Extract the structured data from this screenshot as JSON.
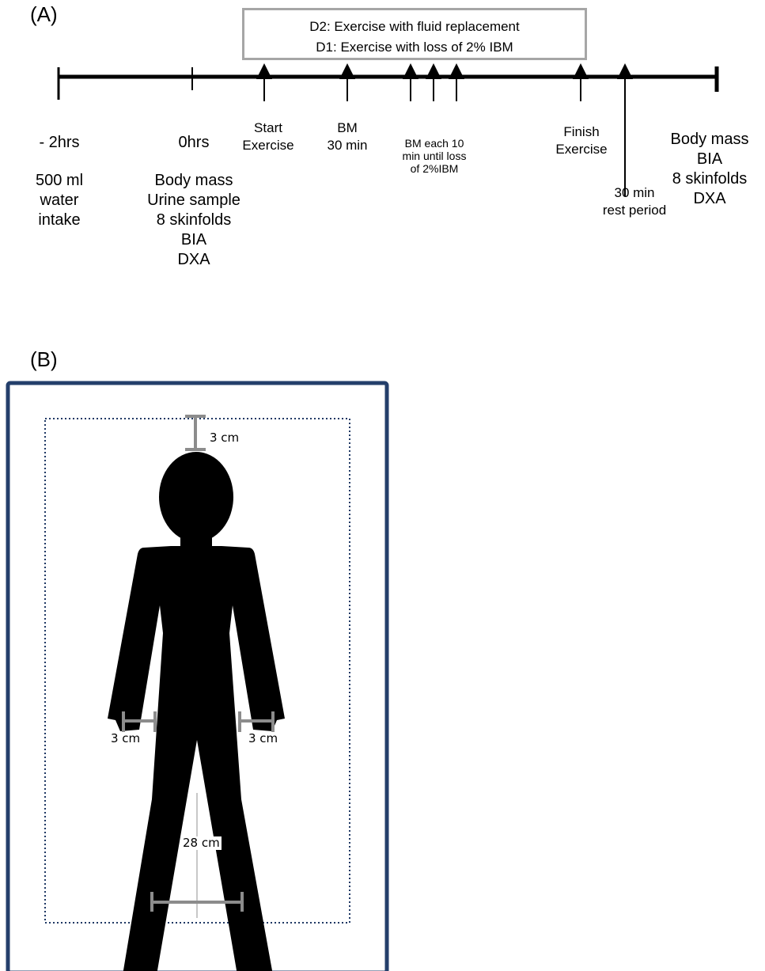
{
  "panelA": {
    "label": "(A)",
    "conditions": {
      "d2": "D2: Exercise with fluid replacement",
      "d1": "D1: Exercise with loss of 2% IBM"
    },
    "timeline": {
      "pre": {
        "time": "- 2hrs",
        "lines": [
          "500 ml",
          "water",
          "intake"
        ]
      },
      "zero": {
        "time": "0hrs",
        "lines": [
          "Body mass",
          "Urine sample",
          "8 skinfolds",
          "BIA",
          "DXA"
        ]
      },
      "start": {
        "lines": [
          "Start",
          "Exercise"
        ]
      },
      "bm30": {
        "lines": [
          "BM",
          "30 min"
        ]
      },
      "bm10": {
        "lines": [
          "BM each 10",
          "min until loss",
          "of 2%IBM"
        ]
      },
      "finish": {
        "lines": [
          "Finish",
          "Exercise"
        ]
      },
      "rest": {
        "lines": [
          "30 min",
          "rest period"
        ]
      },
      "post": {
        "lines": [
          "Body mass",
          "BIA",
          "8 skinfolds",
          "DXA"
        ]
      }
    }
  },
  "panelB": {
    "label": "(B)",
    "measurements": {
      "head": "3 cm",
      "left_hand": "3 cm",
      "right_hand": "3 cm",
      "feet": "28 cm"
    }
  },
  "colors": {
    "ink": "#000000",
    "box_border": "#a6a6a6",
    "frame_border": "#243f6b",
    "dotted_border": "#1f3864",
    "measure_bar": "#8c8c8c",
    "center_line": "#c8c8c8"
  }
}
